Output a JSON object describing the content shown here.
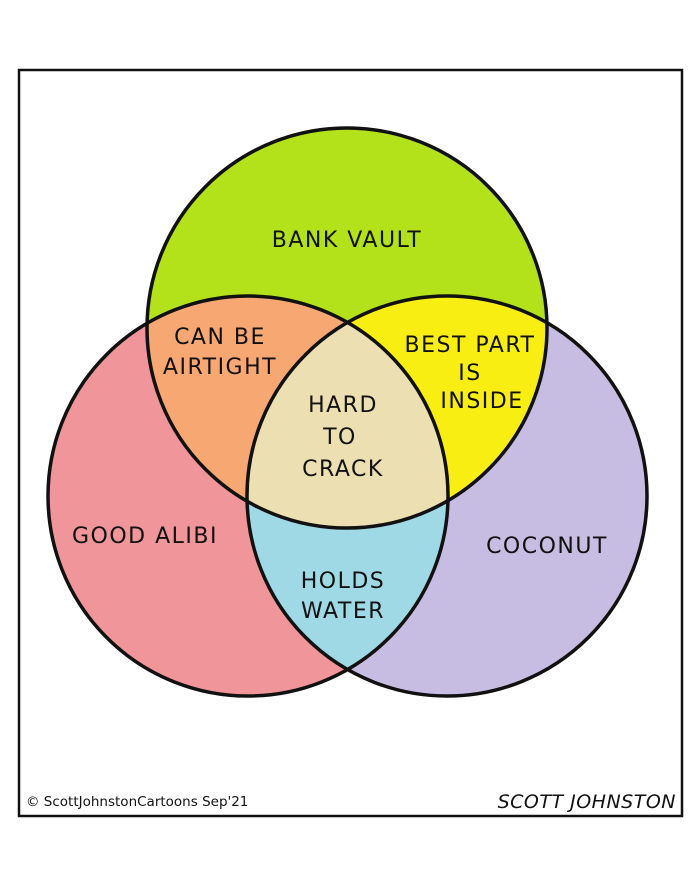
{
  "colors": {
    "bank_vault": "#b3e21a",
    "good_alibi": "#f0959a",
    "coconut": "#c7bde2",
    "can_be_airtight": "#f7a872",
    "best_part_is_inside": "#f8ee12",
    "holds_water": "#9fd9e6",
    "hard_to_crack": "#ecdfb1",
    "outline": "#111111",
    "frame": "#111111"
  },
  "sets": {
    "bank_vault": "BANK VAULT",
    "good_alibi": "GOOD ALIBI",
    "coconut": "COCONUT"
  },
  "overlaps": {
    "vault_alibi": [
      "CAN BE",
      "AIRTIGHT"
    ],
    "vault_coconut": [
      "BEST PART",
      "IS",
      "INSIDE"
    ],
    "alibi_coconut": [
      "HOLDS",
      "WATER"
    ],
    "all_three": [
      "HARD",
      "TO",
      "CRACK"
    ]
  },
  "footer": {
    "copyright": "© ScottJohnstonCartoons Sep'21",
    "signature": "SCOTT JOHNSTON"
  }
}
